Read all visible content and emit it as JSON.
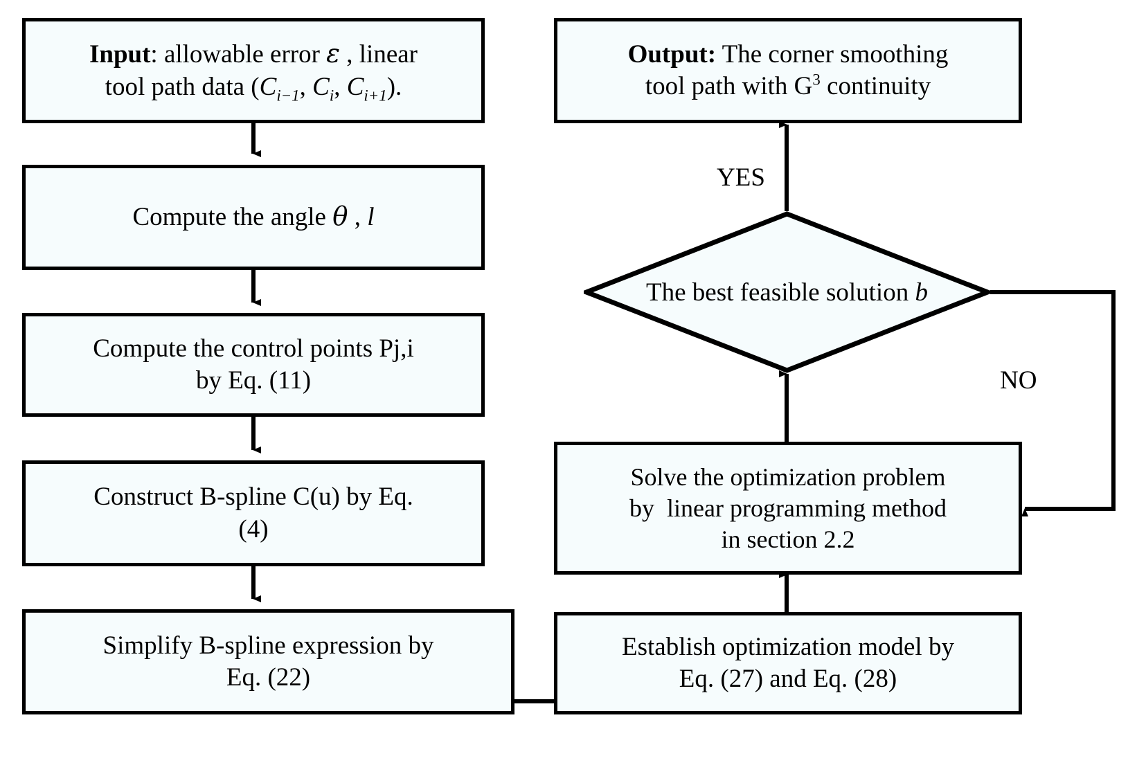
{
  "diagram": {
    "title": "Corner smoothing tool path algorithm flowchart",
    "type": "flowchart",
    "background_color": "#ffffff",
    "node_fill_color": "#f6fcfd",
    "node_border_color": "#000000",
    "text_color": "#000000"
  },
  "nodes": {
    "input": {
      "shape": "rectangle",
      "line1_bold": "Input",
      "line1_a": ": allowable error ",
      "line1_sym": "ε",
      "line1_b": " , linear",
      "line2_a": "tool path data (",
      "line2_c1": "C",
      "line2_c1sub": "i−1",
      "line2_sep1": ", ",
      "line2_c2": "C",
      "line2_c2sub": "i",
      "line2_sep2": ", ",
      "line2_c3": "C",
      "line2_c3sub": "i+1",
      "line2_b": ")."
    },
    "compute_angle": {
      "shape": "rectangle",
      "text_a": "Compute the angle ",
      "sym_theta": "θ",
      "text_b": " , ",
      "sym_l": "l"
    },
    "control_points": {
      "shape": "rectangle",
      "line1": "Compute the control points Pj,i",
      "line2": "by Eq. (11)"
    },
    "construct_bspline": {
      "shape": "rectangle",
      "line1": "Construct B-spline C(u) by Eq.",
      "line2": "(4)"
    },
    "simplify_bspline": {
      "shape": "rectangle",
      "line1": "Simplify B-spline expression by",
      "line2": "Eq. (22)"
    },
    "output": {
      "shape": "rectangle",
      "line1_bold": "Output:",
      "line1_rest": " The corner smoothing",
      "line2_a": "tool path with G",
      "line2_sup": "3",
      "line2_b": " continuity"
    },
    "decision": {
      "shape": "diamond",
      "text": "The best feasible solution ",
      "var": "b"
    },
    "solve_optimization": {
      "shape": "rectangle",
      "line1": "Solve the optimization problem",
      "line2": "by  linear programming method",
      "line3": "in section 2.2"
    },
    "establish_model": {
      "shape": "rectangle",
      "line1": "Establish optimization model by",
      "line2": "Eq. (27) and Eq. (28)"
    }
  },
  "edge_labels": {
    "yes": "YES",
    "no": "NO"
  },
  "edges": [
    {
      "from": "input",
      "to": "compute_angle",
      "label": ""
    },
    {
      "from": "compute_angle",
      "to": "control_points",
      "label": ""
    },
    {
      "from": "control_points",
      "to": "construct_bspline",
      "label": ""
    },
    {
      "from": "construct_bspline",
      "to": "simplify_bspline",
      "label": ""
    },
    {
      "from": "simplify_bspline",
      "to": "establish_model",
      "label": ""
    },
    {
      "from": "establish_model",
      "to": "solve_optimization",
      "label": ""
    },
    {
      "from": "solve_optimization",
      "to": "decision",
      "label": ""
    },
    {
      "from": "decision",
      "to": "output",
      "label": "YES"
    },
    {
      "from": "decision",
      "to": "solve_optimization",
      "label": "NO"
    }
  ]
}
